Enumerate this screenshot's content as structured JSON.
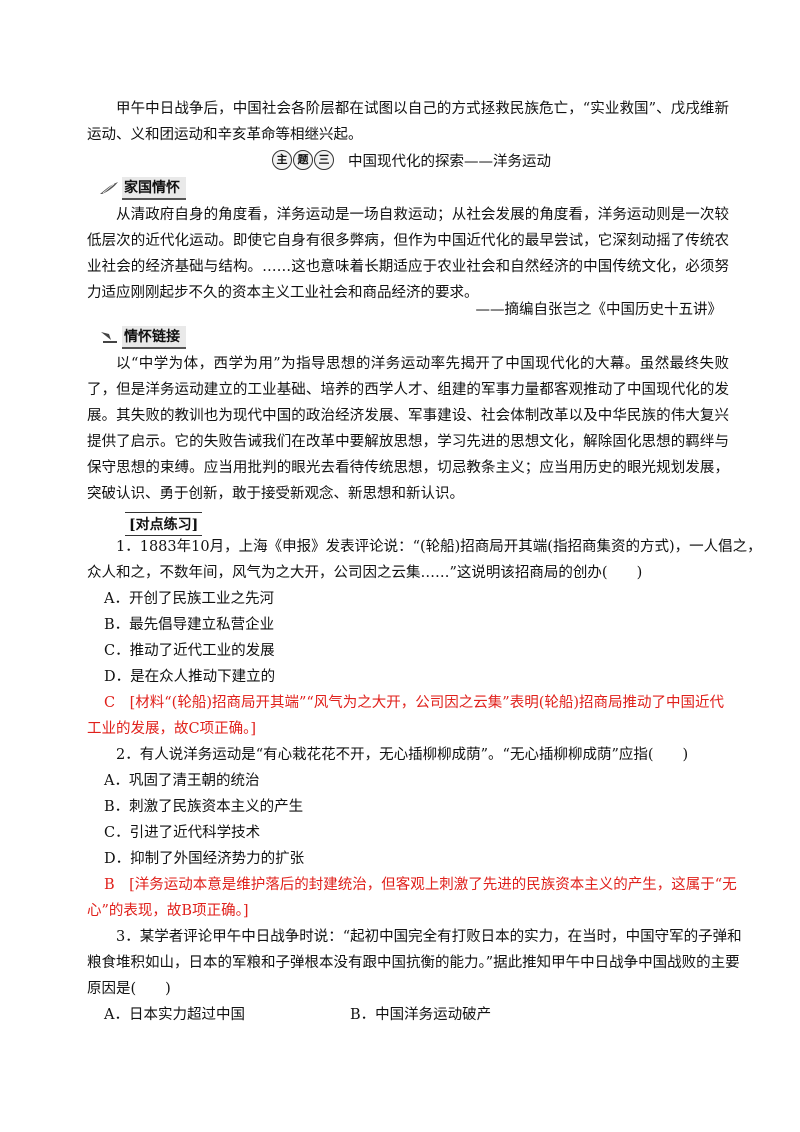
{
  "intro": {
    "text": "甲午中日战争后，中国社会各阶层都在试图以自己的方式拯救民族危亡，“实业救国”、戊戌维新运动、义和团运动和辛亥革命等相继兴起。"
  },
  "section": {
    "badge_chars": [
      "主",
      "题",
      "三"
    ],
    "title": "中国现代化的探索——洋务运动"
  },
  "jiaguo": {
    "label": "家国情怀",
    "text": "从清政府自身的角度看，洋务运动是一场自救运动；从社会发展的角度看，洋务运动则是一次较低层次的近代化运动。即使它自身有很多弊病，但作为中国近代化的最早尝试，它深刻动摇了传统农业社会的经济基础与结构。……这也意味着长期适应于农业社会和自然经济的中国传统文化，必须努力适应刚刚起步不久的资本主义工业社会和商品经济的要求。",
    "source": "——摘编自张岂之《中国历史十五讲》"
  },
  "link": {
    "label": "情怀链接",
    "text": "以“中学为体，西学为用”为指导思想的洋务运动率先揭开了中国现代化的大幕。虽然最终失败了，但是洋务运动建立的工业基础、培养的西学人才、组建的军事力量都客观推动了中国现代化的发展。其失败的教训也为现代中国的政治经济发展、军事建设、社会体制改革以及中华民族的伟大复兴提供了启示。它的失败告诫我们在改革中要解放思想，学习先进的思想文化，解除固化思想的羁绊与保守思想的束缚。应当用批判的眼光去看待传统思想，切忌教条主义；应当用历史的眼光规划发展，突破认识、勇于创新，敢于接受新观念、新思想和新认识。"
  },
  "practice": {
    "label": "对点练习",
    "q1": {
      "line1": "1．1883年10月，上海《申报》发表评论说：“(轮船)招商局开其端(指招商集资的方式)，一人倡之，",
      "line2": "众人和之，不数年间，风气为之大开，公司因之云集……”这说明该招商局的创办(　　)",
      "options": [
        "A．开创了民族工业之先河",
        "B．最先倡导建立私营企业",
        "C．推动了近代工业的发展",
        "D．是在众人推动下建立的"
      ],
      "answer1": "C　[材料“(轮船)招商局开其端”“风气为之大开，公司因之云集”表明(轮船)招商局推动了中国近代",
      "answer2": "工业的发展，故C项正确。]"
    },
    "q2": {
      "line1": "2．有人说洋务运动是“有心栽花花不开，无心插柳柳成荫”。“无心插柳柳成荫”应指(　　)",
      "options": [
        "A．巩固了清王朝的统治",
        "B．刺激了民族资本主义的产生",
        "C．引进了近代科学技术",
        "D．抑制了外国经济势力的扩张"
      ],
      "answer1": "B　[洋务运动本意是维护落后的封建统治，但客观上刺激了先进的民族资本主义的产生，这属于“无",
      "answer2": "心”的表现，故B项正确。]"
    },
    "q3": {
      "line1": "3．某学者评论甲午中日战争时说：“起初中国完全有打败日本的实力，在当时，中国守军的子弹和",
      "line2": "粮食堆积如山，日本的军粮和子弹根本没有跟中国抗衡的能力。”据此推知甲午中日战争中国战败的主要",
      "line3": "原因是(　　)",
      "optionA": "A．日本实力超过中国",
      "optionB": "B．中国洋务运动破产"
    }
  }
}
